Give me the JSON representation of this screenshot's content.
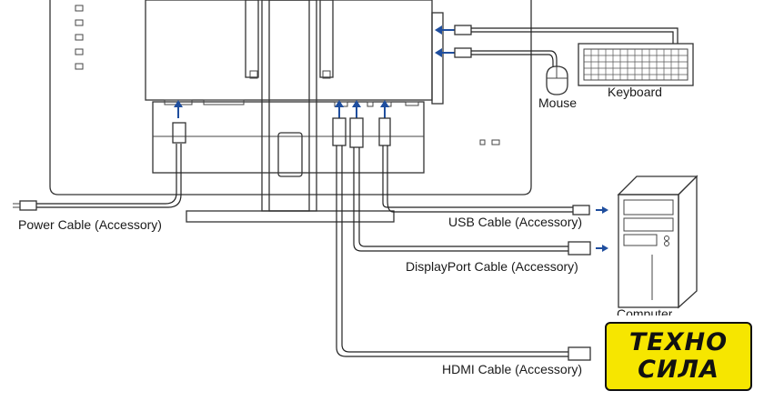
{
  "labels": {
    "power_cable": "Power Cable (Accessory)",
    "usb_cable": "USB Cable (Accessory)",
    "displayport_cable": "DisplayPort Cable (Accessory)",
    "hdmi_cable": "HDMI Cable (Accessory)",
    "mouse": "Mouse",
    "keyboard": "Keyboard",
    "computer": "Computer"
  },
  "logo": {
    "line1": "ТЕХНО",
    "line2": "СИЛА"
  },
  "colors": {
    "arrow": "#1f4e9e",
    "logo_bg": "#f6e600",
    "outline": "#333333"
  }
}
